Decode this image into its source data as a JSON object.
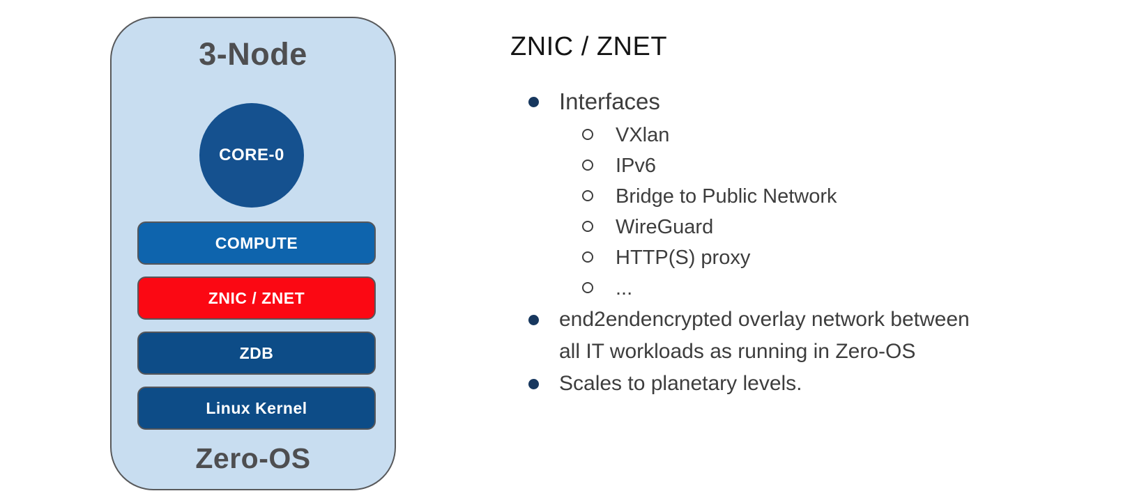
{
  "node_diagram": {
    "title": "3-Node",
    "footer": "Zero-OS",
    "panel_color": "#c8ddf0",
    "outline_color": "#58595b",
    "core": {
      "label": "CORE-0",
      "color": "#15518f"
    },
    "layers": [
      {
        "label": "COMPUTE",
        "color": "#0e64ad"
      },
      {
        "label": "ZNIC / ZNET",
        "color": "#fb0813"
      },
      {
        "label": "ZDB",
        "color": "#0d4c87"
      },
      {
        "label": "Linux Kernel",
        "color": "#0d4c87"
      }
    ]
  },
  "details": {
    "heading": "ZNIC / ZNET",
    "bullet_color": "#17375e",
    "bullets": [
      {
        "label": "Interfaces",
        "sub_items": [
          "VXlan",
          "IPv6",
          "Bridge to Public Network",
          "WireGuard",
          "HTTP(S) proxy",
          "..."
        ]
      },
      {
        "label": "end2endencrypted overlay network between all IT workloads as running in Zero-OS"
      },
      {
        "label": "Scales to planetary levels."
      }
    ]
  }
}
